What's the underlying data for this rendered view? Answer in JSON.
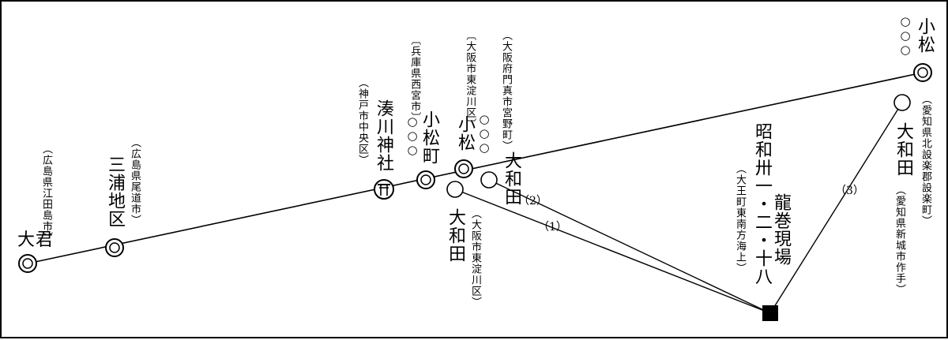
{
  "diagram": {
    "colors": {
      "ink": "#000000",
      "background": "#ffffff"
    },
    "stations": {
      "ogimi": {
        "name": "大君",
        "address": "（広島県江田島市）"
      },
      "miura": {
        "name": "三浦地区",
        "address": "（広島県尾道市）"
      },
      "minatogawa": {
        "name": "湊川神社",
        "address": "（神戸市中央区）",
        "symbol": "shrine-icon"
      },
      "komatsucho": {
        "name": "小松町",
        "address": "〔兵庫県西宮市〕",
        "marks": "○○○"
      },
      "komatsu_osaka": {
        "name": "小松",
        "address": "〔大阪市東淀川区〕",
        "marks": "○○○"
      },
      "owada_kadoma": {
        "name": "大和田",
        "address": "（大阪府門真市宮野町）"
      },
      "owada_higashiyodogawa": {
        "name": "大和田",
        "address": "（大阪市東淀川区）"
      },
      "komatsu_aichi": {
        "name": "小松",
        "marks": "○○○"
      },
      "owada_aichi": {
        "name": "大和田",
        "address": "（愛知県北設楽郡設楽町）"
      },
      "owada_aichi_address2": "（愛知県新城市作手）",
      "site": {
        "title": "昭和卅一・二・十八",
        "subtitle": "龍巻現場",
        "address": "（大王町東南方海上）"
      }
    },
    "route_labels": {
      "r1": "（1）",
      "r2": "（2）",
      "r3": "（3）"
    }
  }
}
